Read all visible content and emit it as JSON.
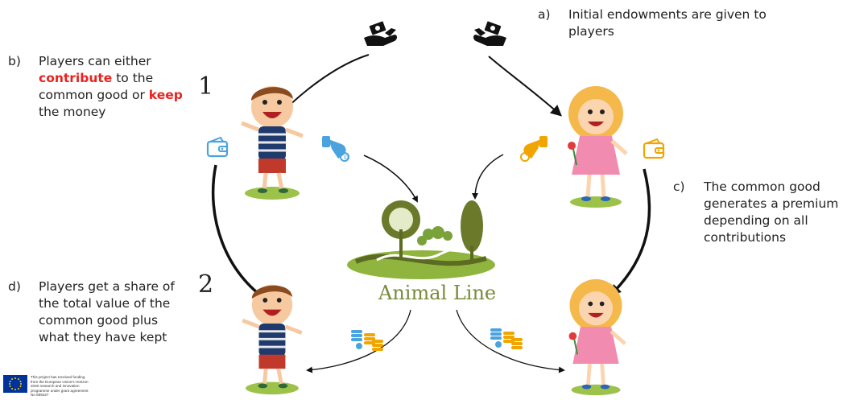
{
  "steps": {
    "a": {
      "letter": "a)",
      "text": "Initial endowments are given to players"
    },
    "b": {
      "letter": "b)",
      "pre": "Players can either ",
      "contribute": "contribute",
      "mid": " to the common good or ",
      "keep": "keep",
      "post": " the money"
    },
    "c": {
      "letter": "c)",
      "text": "The common good generates a premium depending on all contributions"
    },
    "d": {
      "letter": "d)",
      "text": "Players get a share of the total value of the common good plus what they have kept"
    }
  },
  "round_numbers": {
    "one": "1",
    "two": "2"
  },
  "logo": {
    "name": "Animal Line"
  },
  "eu_notice": "This project has received funding from the European Union's Horizon 2020 research and innovation programme under grant agreement No 869227",
  "colors": {
    "highlight": "#e8231f",
    "player1_accent": "#4aa3df",
    "player2_accent": "#f0a500",
    "logo_green": "#7a8a3a"
  },
  "icons": [
    "hand-money-icon",
    "wallet-icon",
    "card-payment-icon",
    "coins-stack-icon",
    "eu-flag-icon"
  ]
}
